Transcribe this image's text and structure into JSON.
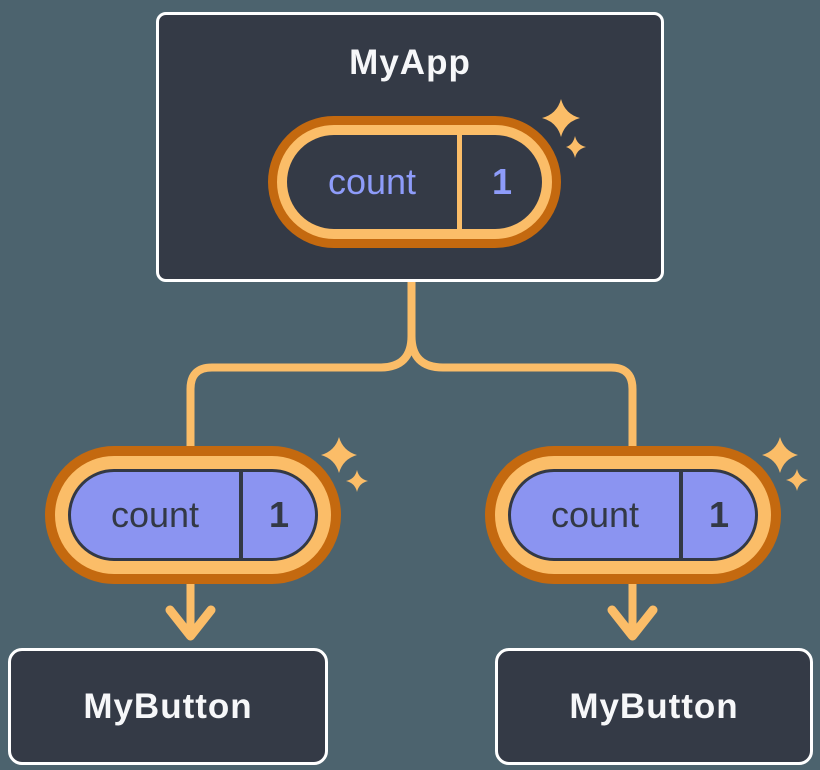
{
  "colors": {
    "bg": "#4C636E",
    "card_bg": "#343A46",
    "card_border": "#FFFFFF",
    "card_text": "#F6F7F9",
    "orange_light": "#FBBD68",
    "orange_dark": "#C4690F",
    "lavender_fill": "#8B94F1",
    "lavender_text": "#8E9CFA",
    "dark_outline": "#333945"
  },
  "root_component": {
    "title": "MyApp",
    "state_pill": {
      "label": "count",
      "value": "1"
    }
  },
  "child_components": [
    {
      "title": "MyButton",
      "prop_pill": {
        "label": "count",
        "value": "1"
      }
    },
    {
      "title": "MyButton",
      "prop_pill": {
        "label": "count",
        "value": "1"
      }
    }
  ],
  "icons": {
    "sparkle": "four-point-sparkle",
    "arrow": "down-arrow"
  }
}
